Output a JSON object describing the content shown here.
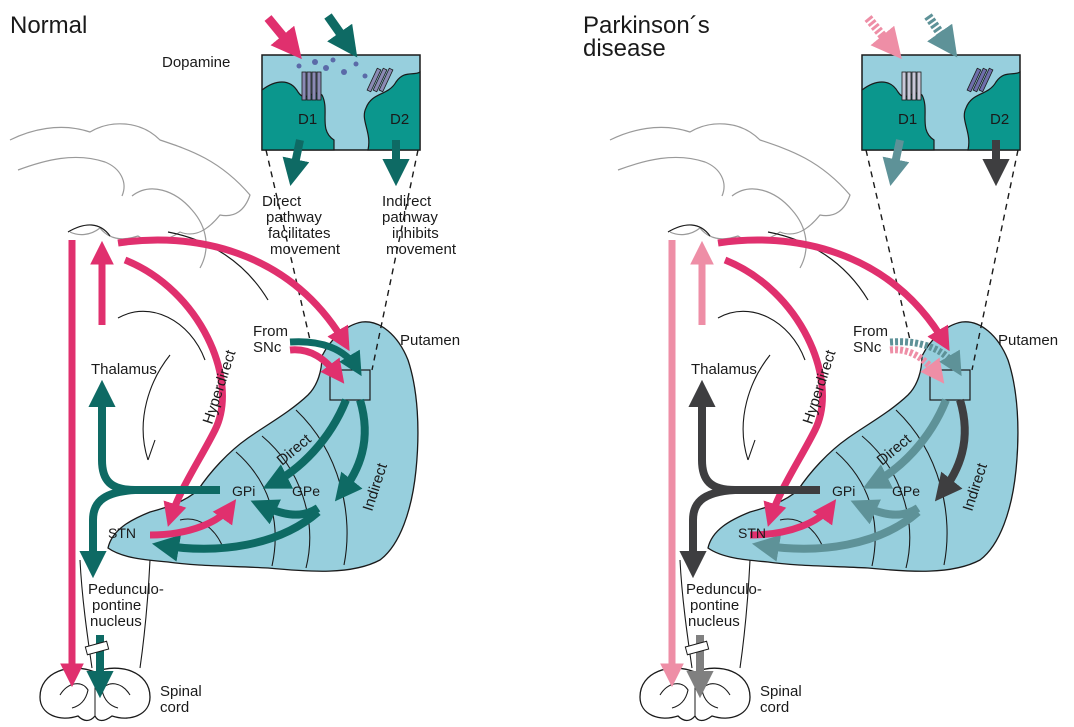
{
  "panels": [
    {
      "title": "Normal",
      "dopamine": "Dopamine",
      "d1": "D1",
      "d2": "D2",
      "direct_text": [
        "Direct",
        "pathway",
        "facilitates",
        "movement"
      ],
      "indirect_text": [
        "Indirect",
        "pathway",
        "inhibits",
        "movement"
      ],
      "from_snc": [
        "From",
        "SNc"
      ],
      "putamen": "Putamen",
      "thalamus": "Thalamus",
      "hyperdirect": "Hyperdirect",
      "direct": "Direct",
      "indirect": "Indirect",
      "gpi": "GPi",
      "gpe": "GPe",
      "stn": "STN",
      "ppn": [
        "Pedunculo-",
        "pontine",
        "nucleus"
      ],
      "spinal": [
        "Spinal",
        "cord"
      ]
    },
    {
      "title": [
        "Parkinson´s",
        "disease"
      ],
      "d1": "D1",
      "d2": "D2",
      "from_snc": [
        "From",
        "SNc"
      ],
      "putamen": "Putamen",
      "thalamus": "Thalamus",
      "hyperdirect": "Hyperdirect",
      "direct": "Direct",
      "indirect": "Indirect",
      "gpi": "GPi",
      "gpe": "GPe",
      "stn": "STN",
      "ppn": [
        "Pedunculo-",
        "pontine",
        "nucleus"
      ],
      "spinal": [
        "Spinal",
        "cord"
      ]
    }
  ],
  "colors": {
    "pink": "#e0306e",
    "pink_light": "#ee8ea6",
    "teal": "#0e6a64",
    "teal_light": "#5e9298",
    "teal_box": "#0b978d",
    "blue_fill": "#97cfdd",
    "dark_gray": "#3e3e40",
    "gray": "#808080",
    "receptor": "#8a8ab4"
  }
}
